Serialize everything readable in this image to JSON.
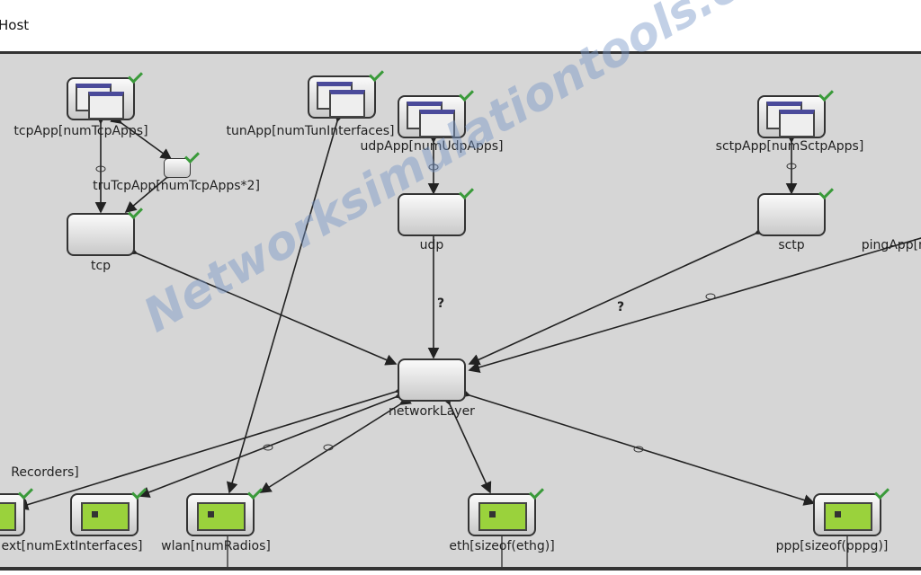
{
  "window": {
    "title": "Host"
  },
  "modules": {
    "tcpApp": "tcpApp[numTcpApps]",
    "tunApp": "tunApp[numTunInterfaces]",
    "udpApp": "udpApp[numUdpApps]",
    "truTcpApp": "truTcpApp[numTcpApps*2]",
    "tcp": "tcp",
    "udp": "udp",
    "sctpApp": "sctpApp[numSctpApps]",
    "sctp": "sctp",
    "pingApp": "pingApp[numPingApps]",
    "networkLayer": "networkLayer",
    "recorders": "Recorders]",
    "ext": "ext[numExtInterfaces]",
    "wlan": "wlan[numRadios]",
    "eth": "eth[sizeof(ethg)]",
    "ppp": "ppp[sizeof(pppg)]"
  },
  "watermark": "Networksimulationtools.com"
}
